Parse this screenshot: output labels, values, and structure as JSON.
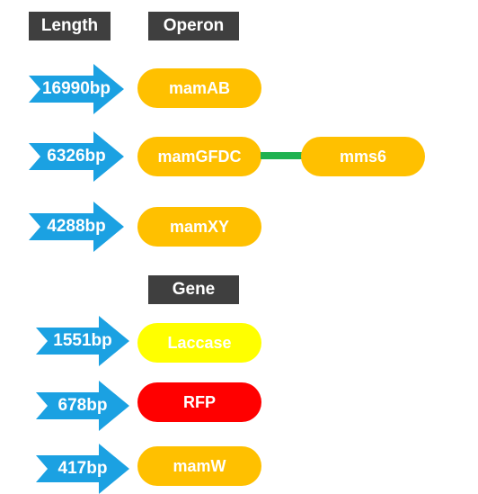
{
  "headers": {
    "length": "Length",
    "operon": "Operon",
    "gene": "Gene"
  },
  "operons": [
    {
      "length": "16990bp",
      "name": "mamAB",
      "color": "#FFC000"
    },
    {
      "length": "6326bp",
      "name": "mamGFDC",
      "color": "#FFC000",
      "linked": {
        "name": "mms6",
        "color": "#FFC000"
      }
    },
    {
      "length": "4288bp",
      "name": "mamXY",
      "color": "#FFC000"
    }
  ],
  "genes": [
    {
      "length": "1551bp",
      "name": "Laccase",
      "color": "#FFFF00"
    },
    {
      "length": "678bp",
      "name": "RFP",
      "color": "#FF0000"
    },
    {
      "length": "417bp",
      "name": "mamW",
      "color": "#FFC000"
    }
  ],
  "colors": {
    "arrow": "#1BA1E2",
    "header_bg": "#3F3F3F",
    "connector": "#1FB150"
  }
}
